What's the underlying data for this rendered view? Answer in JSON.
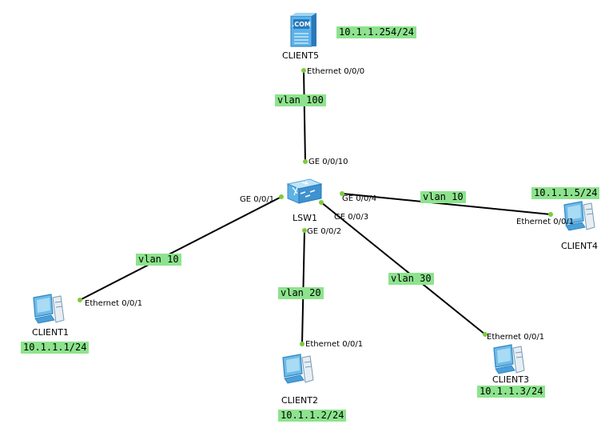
{
  "devices": {
    "client5": {
      "name": "CLIENT5",
      "badge": ".COM",
      "ip": "10.1.1.254/24"
    },
    "lsw1": {
      "name": "LSW1"
    },
    "client1": {
      "name": "CLIENT1",
      "ip": "10.1.1.1/24"
    },
    "client2": {
      "name": "CLIENT2",
      "ip": "10.1.1.2/24"
    },
    "client3": {
      "name": "CLIENT3",
      "ip": "10.1.1.3/24"
    },
    "client4": {
      "name": "CLIENT4",
      "ip": "10.1.1.5/24"
    }
  },
  "links": {
    "client5": {
      "vlan": "vlan 100",
      "port_a": "Ethernet 0/0/0",
      "port_b": "GE 0/0/10"
    },
    "client1": {
      "vlan": "vlan 10",
      "port_a": "GE 0/0/1",
      "port_b": "Ethernet 0/0/1"
    },
    "client2": {
      "vlan": "vlan 20",
      "port_a": "GE 0/0/2",
      "port_b": "Ethernet 0/0/1"
    },
    "client3": {
      "vlan": "vlan 30",
      "port_a": "GE 0/0/3",
      "port_b": "Ethernet 0/0/1"
    },
    "client4": {
      "vlan": "vlan 10",
      "port_a": "GE 0/0/4",
      "port_b": "Ethernet 0/0/1"
    }
  },
  "colors": {
    "tag_bg": "#8de38d",
    "port_dot": "#7ccc3c",
    "line": "#000000",
    "device_blue": "#4aa8e0"
  }
}
